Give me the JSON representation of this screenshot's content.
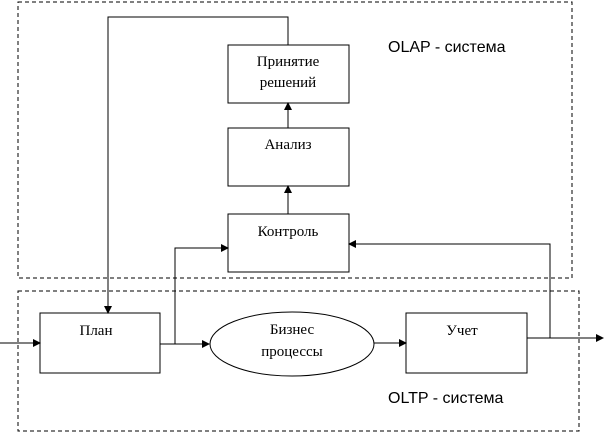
{
  "regions": {
    "olap": {
      "label": "OLAP - система"
    },
    "oltp": {
      "label": "OLTP - система"
    }
  },
  "nodes": {
    "decisions": {
      "line1": "Принятие",
      "line2": "решений"
    },
    "analysis": {
      "label": "Анализ"
    },
    "control": {
      "label": "Контроль"
    },
    "plan": {
      "label": "План"
    },
    "business": {
      "line1": "Бизнес",
      "line2": "процессы"
    },
    "accounting": {
      "label": "Учет"
    }
  },
  "edges": [
    {
      "from": "input",
      "to": "plan"
    },
    {
      "from": "plan",
      "to": "business"
    },
    {
      "from": "business",
      "to": "accounting"
    },
    {
      "from": "accounting",
      "to": "output"
    },
    {
      "from": "plan",
      "to": "control"
    },
    {
      "from": "accounting",
      "to": "control"
    },
    {
      "from": "control",
      "to": "analysis"
    },
    {
      "from": "analysis",
      "to": "decisions"
    },
    {
      "from": "decisions",
      "to": "plan"
    }
  ]
}
